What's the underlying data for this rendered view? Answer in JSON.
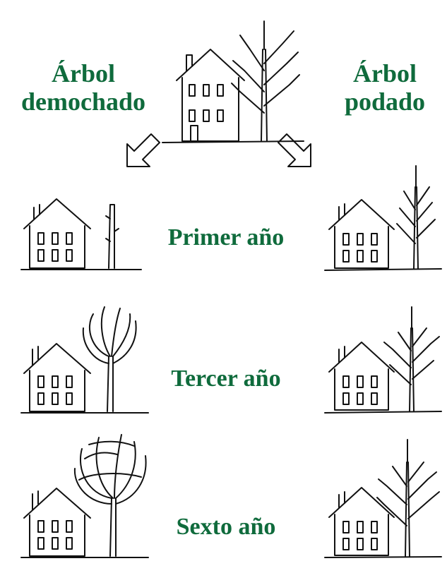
{
  "header": {
    "left_line1": "Árbol",
    "left_line2": "demochado",
    "right_line1": "Árbol",
    "right_line2": "podado"
  },
  "rows": [
    {
      "label": "Primer año"
    },
    {
      "label": "Tercer año"
    },
    {
      "label": "Sexto año"
    }
  ],
  "colors": {
    "label": "#0f6b3c",
    "ink": "#111111",
    "background": "#ffffff"
  },
  "icons": [
    "house-illustration",
    "tree-illustration",
    "arrow-down-left-icon",
    "arrow-down-right-icon"
  ]
}
